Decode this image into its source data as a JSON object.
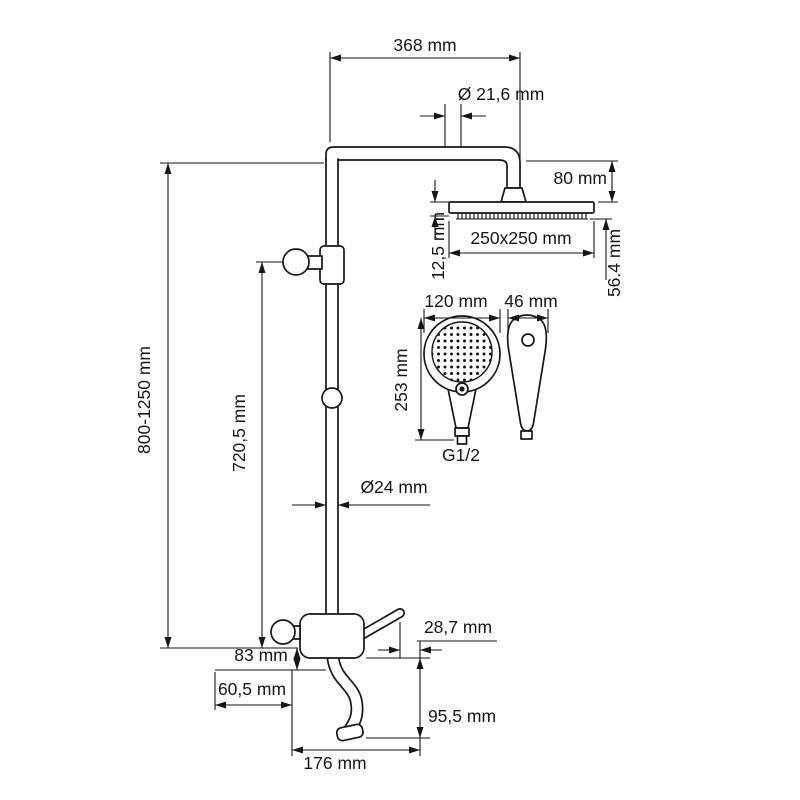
{
  "drawing": {
    "dims": {
      "top_width": "368 mm",
      "arm_diameter": "Ø 21,6 mm",
      "head_drop": "80 mm",
      "head_thickness": "12,5 mm",
      "head_size": "250x250 mm",
      "head_assembly_height": "56.4 mm",
      "total_height": "800-1250 mm",
      "riser_height": "720,5 mm",
      "handshower_width": "120 mm",
      "handshower_depth": "46 mm",
      "handshower_length": "253 mm",
      "thread": "G1/2",
      "pipe_diameter": "Ø24 mm",
      "lever_offset": "28,7 mm",
      "mixer_drop": "83 mm",
      "spout_offset": "60,5 mm",
      "spout_drop": "95,5 mm",
      "mixer_width": "176 mm"
    }
  }
}
